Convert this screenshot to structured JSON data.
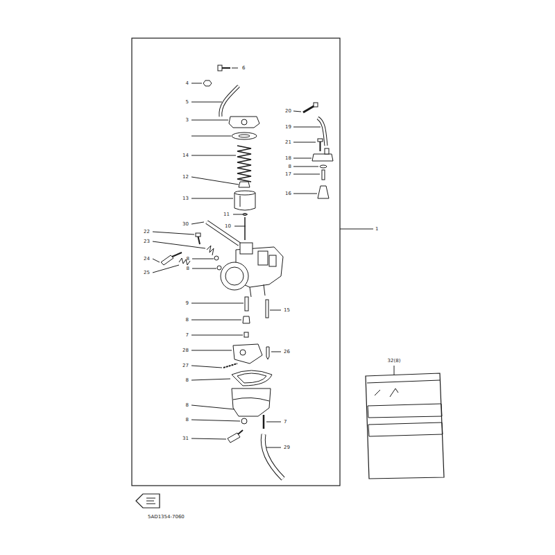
{
  "diagram": {
    "labels": [
      "6",
      "4",
      "5",
      "3",
      "14",
      "12",
      "13",
      "11",
      "10",
      "20",
      "19",
      "21",
      "18",
      "8",
      "17",
      "16",
      "1",
      "30",
      "22",
      "23",
      "24",
      "25",
      "8",
      "8",
      "9",
      "15",
      "8",
      "7",
      "28",
      "26",
      "27",
      "8",
      "8",
      "8",
      "7",
      "31",
      "29",
      "32(8)",
      "5AD1354-7060"
    ]
  }
}
